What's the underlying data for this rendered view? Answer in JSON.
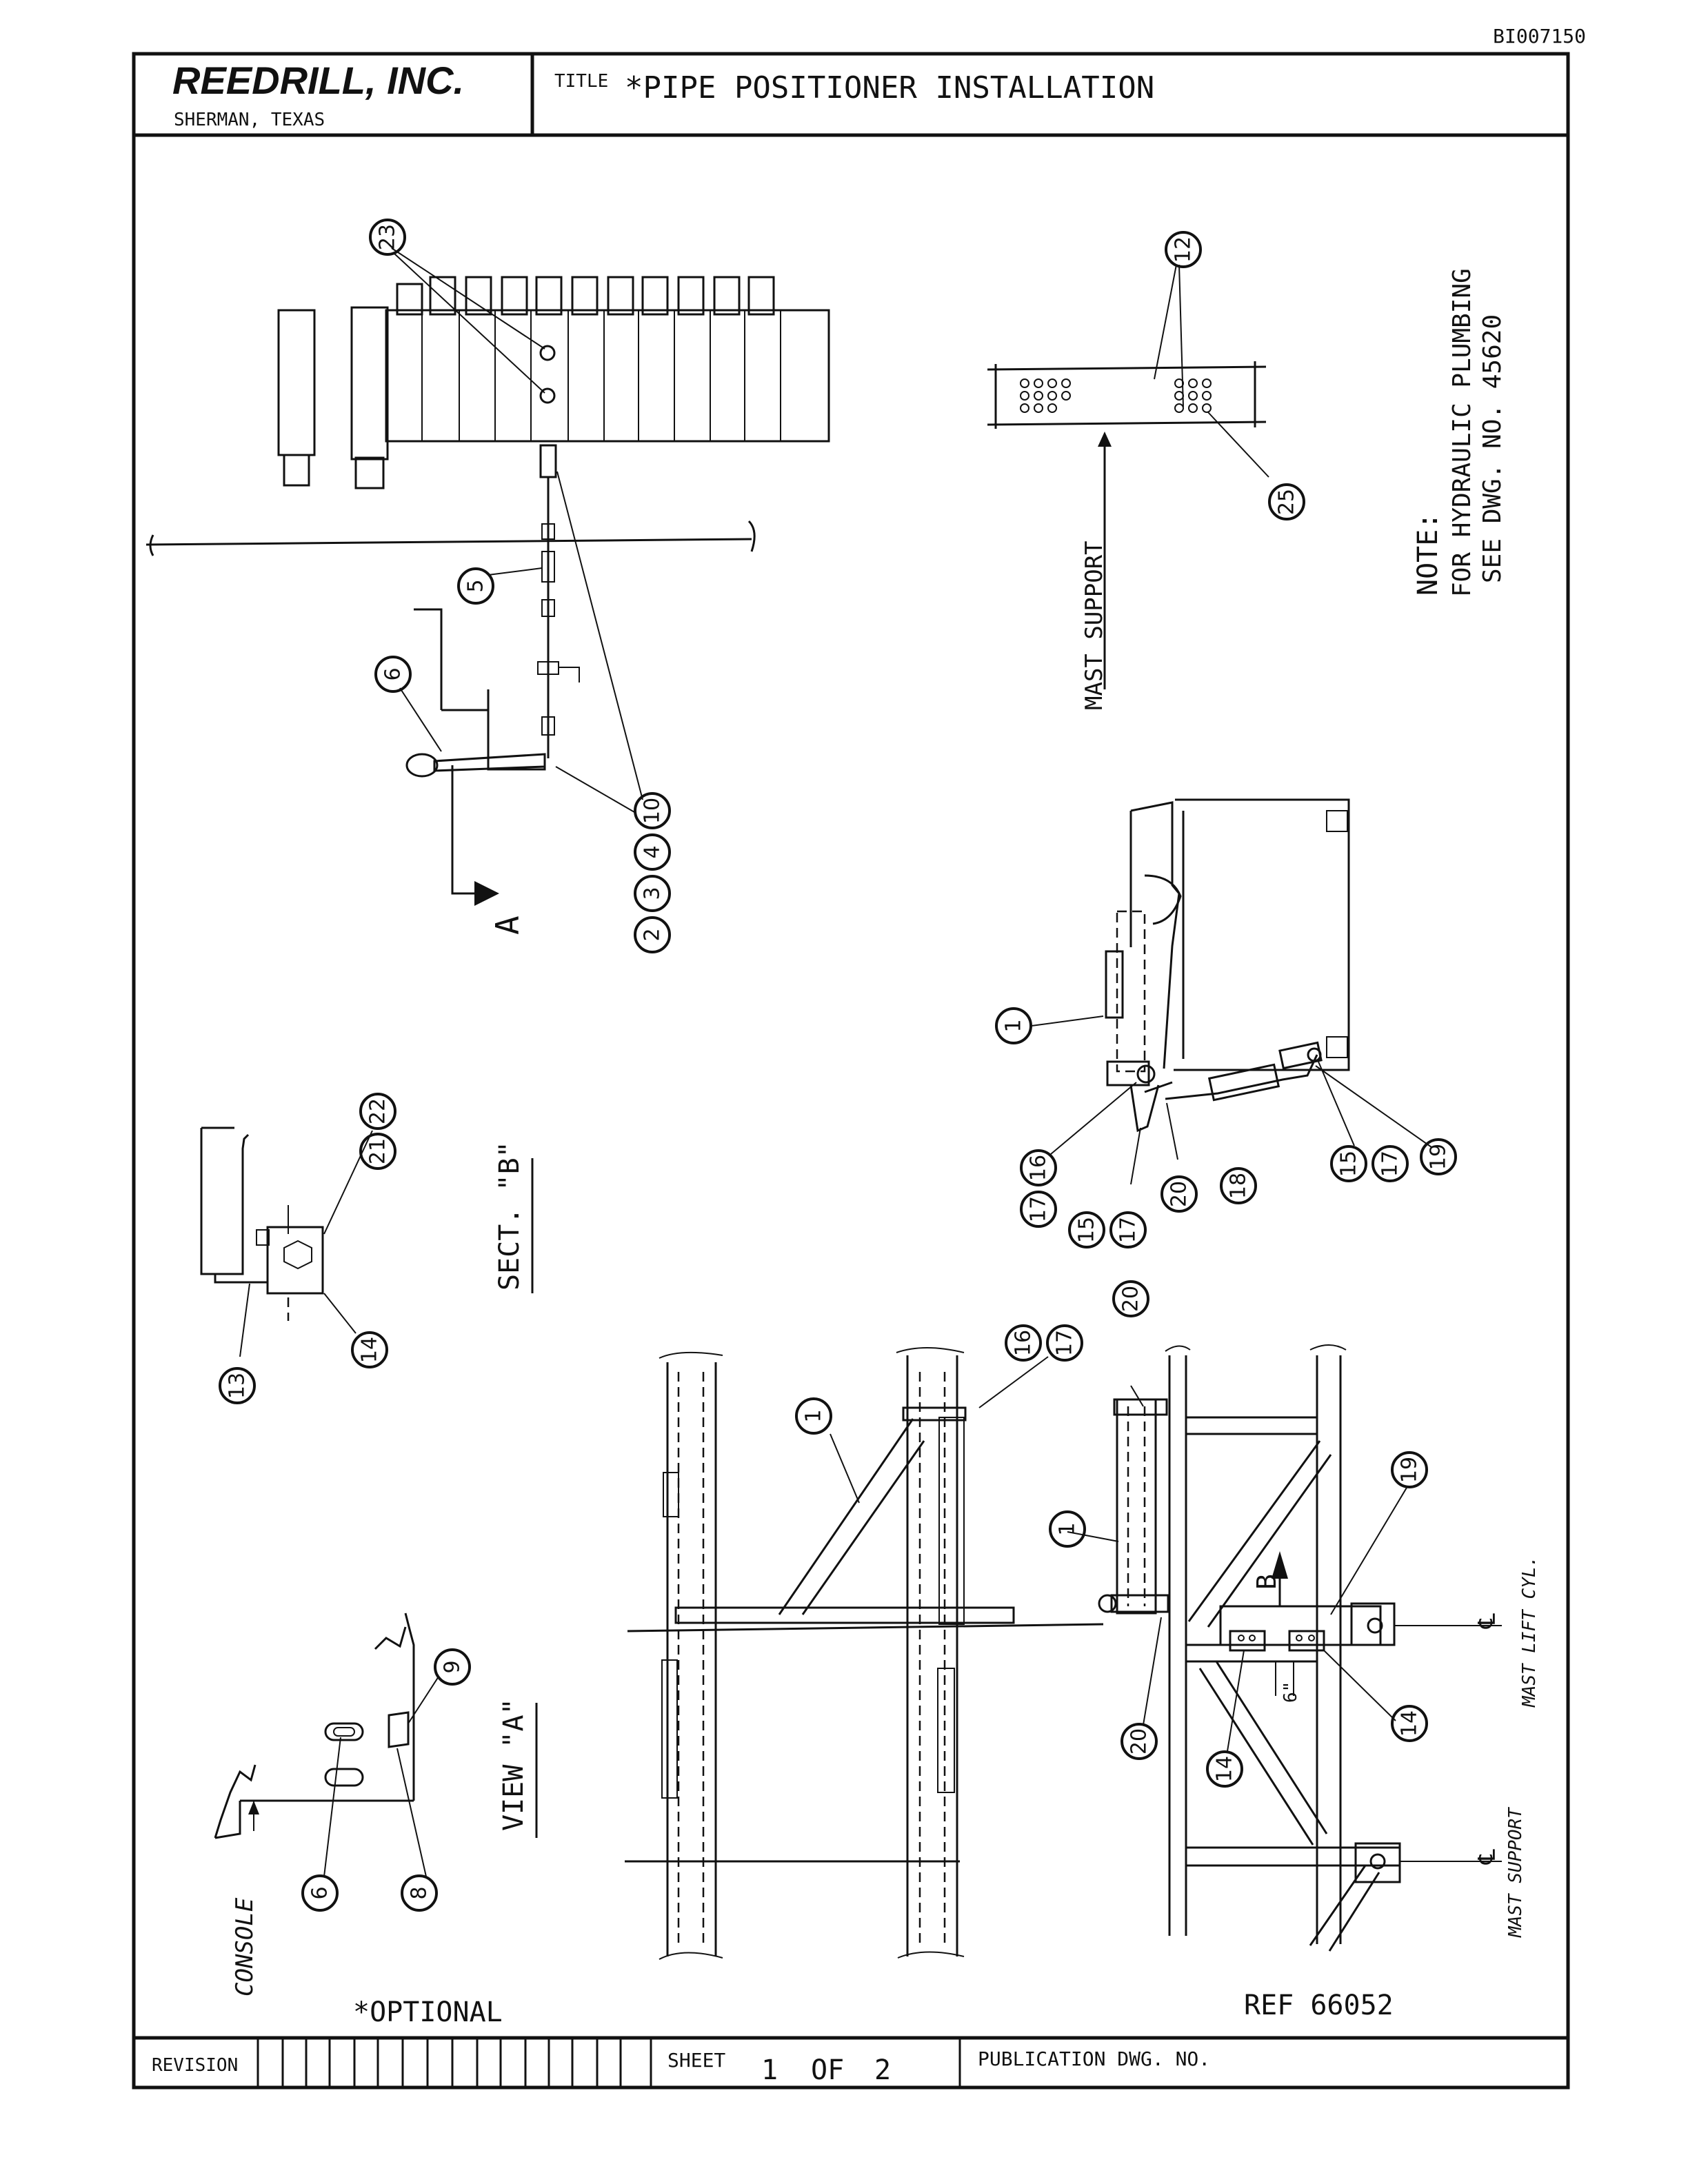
{
  "doc_id": "BI007150",
  "company": {
    "name": "REEDRILL, INC.",
    "location": "SHERMAN, TEXAS"
  },
  "title": {
    "label": "TITLE",
    "text": "*PIPE POSITIONER INSTALLATION"
  },
  "note": {
    "heading": "NOTE:",
    "line1": "FOR HYDRAULIC PLUMBING",
    "line2": "SEE DWG. NO. 45620"
  },
  "labels": {
    "mast_support": "MAST SUPPORT",
    "view_a_arrow": "A",
    "sect_b": "SECT. \"B\"",
    "view_a": "VIEW \"A\"",
    "console": "CONSOLE",
    "optional": "*OPTIONAL",
    "ref": "REF 66052",
    "b_arrow": "B",
    "dim": "6\"",
    "mast_lift_cyl": "MAST LIFT CYL.",
    "mast_support_cl": "MAST SUPPORT",
    "cl": "℄"
  },
  "callouts": {
    "c23": "23",
    "c12": "12",
    "c25": "25",
    "c5": "5",
    "c6a": "6",
    "c10": "10",
    "c4": "4",
    "c3": "3",
    "c2": "2",
    "c1a": "1",
    "c16a": "16",
    "c17a": "17",
    "c15a": "15",
    "c17b": "17",
    "c20a": "20",
    "c18": "18",
    "c15b": "15",
    "c17c": "17",
    "c19a": "19",
    "c22": "22",
    "c21": "21",
    "c13": "13",
    "c14a": "14",
    "c1b": "1",
    "c16b": "16",
    "c17d": "17",
    "c20b": "20",
    "c1c": "1",
    "c19b": "19",
    "c20c": "20",
    "c14b": "14",
    "c14c": "14",
    "c9": "9",
    "c6b": "6",
    "c8": "8"
  },
  "footer": {
    "revision": "REVISION",
    "sheet_label": "SHEET",
    "sheet_num": "1",
    "of": "OF",
    "sheet_total": "2",
    "pub": "PUBLICATION DWG. NO."
  }
}
